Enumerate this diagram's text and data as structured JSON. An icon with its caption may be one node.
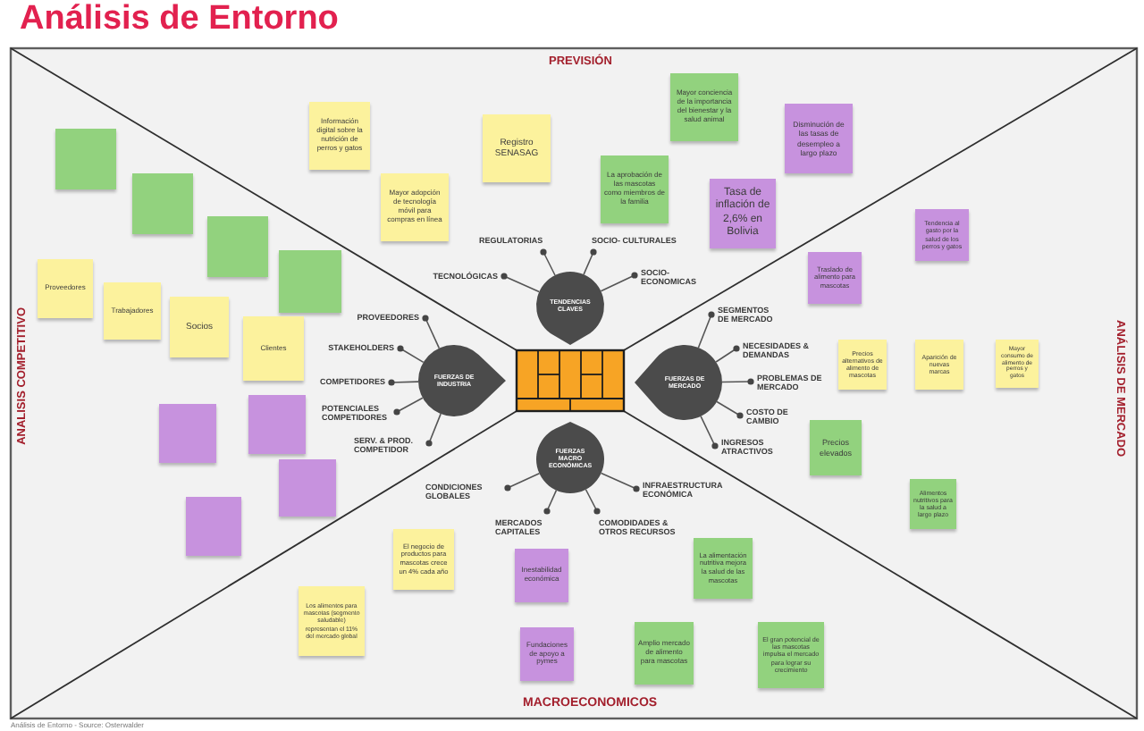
{
  "diagram": {
    "title": "Análisis de Entorno",
    "caption": "Análisis de Entorno - Source: Osterwalder",
    "nodes": [
      {
        "text": [
          "Información digital sobre la nutrición de perros y gatos"
        ]
      },
      {
        "text": [
          "Mayor adopción de tecnología móvil para compras en línea"
        ]
      },
      {
        "text": [
          "Registro SENASAG"
        ]
      },
      {
        "text": [
          "Mayor conciencia de la importancia del bienestar y la salud animal"
        ]
      },
      {
        "text": [
          "La aprobación de las mascotas como miembros de la familia"
        ]
      },
      {
        "text": [
          "Disminución de las tasas de desempleo a largo plazo"
        ]
      },
      {
        "text": [
          "Tasa de inflación de 2,6% en Bolivia"
        ]
      },
      {
        "text": [],
        "shape": "box"
      },
      {
        "text": [],
        "shape": "box"
      },
      {
        "text": [],
        "shape": "box"
      },
      {
        "text": [],
        "shape": "box"
      },
      {
        "text": [
          "Proveedores"
        ]
      },
      {
        "text": [
          "Trabajadores"
        ]
      },
      {
        "text": [
          "Socios"
        ]
      },
      {
        "text": [
          "Clientes"
        ]
      },
      {
        "text": [],
        "shape": "box"
      },
      {
        "text": [],
        "shape": "box"
      },
      {
        "text": [],
        "shape": "box"
      },
      {
        "text": [],
        "shape": "box"
      },
      {
        "text": [
          "Traslado de alimento para mascotas"
        ]
      },
      {
        "text": [
          "Tendencia al gasto por la salud de los perros y gatos"
        ]
      },
      {
        "text": [
          "Precios alternativos de alimento de mascotas"
        ]
      },
      {
        "text": [
          "Aparición de nuevas marcas"
        ]
      },
      {
        "text": [
          "Mayor consumo de alimento de perros y gatos"
        ]
      },
      {
        "text": [
          "Precios elevados"
        ]
      },
      {
        "text": [
          "Alimentos nutritivos para la salud a largo plazo"
        ]
      },
      {
        "text": [
          "El negocio de productos para mascotas crece un 4% cada año"
        ]
      },
      {
        "text": [
          "Los alimentos para mascotas (segmento saludable) representan el 11% del mercado global"
        ]
      },
      {
        "text": [
          "Inestabilidad económica"
        ]
      },
      {
        "text": [
          "La alimentación nutritiva mejora la salud de las mascotas"
        ]
      },
      {
        "text": [
          "Fundaciones de apoyo a pymes"
        ]
      },
      {
        "text": [
          "Amplio mercado de alimento para mascotas"
        ]
      },
      {
        "text": [
          "El gran potencial de las mascotas impulsa el mercado para lograr su crecimiento"
        ]
      },
      {
        "text": [
          "TENDENCIAS CLAVES"
        ]
      },
      {
        "text": [
          "TECNOLÓGICAS"
        ]
      },
      {
        "text": [
          "REGULATORIAS"
        ]
      },
      {
        "text": [
          "SOCIO- CULTURALES"
        ]
      },
      {
        "text": [
          "SOCIO- ECONOMICAS"
        ]
      },
      {
        "text": [
          "FUERZAS DE INDUSTRIA"
        ]
      },
      {
        "text": [
          "PROVEEDORES"
        ]
      },
      {
        "text": [
          "STAKEHOLDERS"
        ]
      },
      {
        "text": [
          "COMPETIDORES"
        ]
      },
      {
        "text": [
          "POTENCIALES COMPETIDORES"
        ]
      },
      {
        "text": [
          "SERV. & PROD. COMPETIDOR"
        ]
      },
      {
        "text": [
          "FUERZAS DE MERCADO"
        ]
      },
      {
        "text": [
          "SEGMENTOS DE MERCADO"
        ]
      },
      {
        "text": [
          "NECESIDADES & DEMANDAS"
        ]
      },
      {
        "text": [
          "PROBLEMAS DE MERCADO"
        ]
      },
      {
        "text": [
          "COSTO DE CAMBIO"
        ]
      },
      {
        "text": [
          "INGRESOS ATRACTIVOS"
        ]
      },
      {
        "text": [
          "FUERZAS MACRO ECONÓMICAS"
        ]
      },
      {
        "text": [
          "CONDICIONES GLOBALES"
        ]
      },
      {
        "text": [
          "MERCADOS CAPITALES"
        ]
      },
      {
        "text": [
          "COMODIDADES & OTROS RECURSOS"
        ]
      },
      {
        "text": [
          "INFRAESTRUCTURA ECONÓMICA"
        ]
      }
    ],
    "edges": [
      {
        "from": 33,
        "to": 34,
        "arrow": "other"
      },
      {
        "from": 33,
        "to": 35,
        "arrow": "other"
      },
      {
        "from": 33,
        "to": 36,
        "arrow": "other"
      },
      {
        "from": 33,
        "to": 37,
        "arrow": "other"
      },
      {
        "from": 38,
        "to": 39,
        "arrow": "other"
      },
      {
        "from": 38,
        "to": 40,
        "arrow": "other"
      },
      {
        "from": 38,
        "to": 41,
        "arrow": "other"
      },
      {
        "from": 38,
        "to": 42,
        "arrow": "other"
      },
      {
        "from": 38,
        "to": 43,
        "arrow": "other"
      },
      {
        "from": 44,
        "to": 45,
        "arrow": "other"
      },
      {
        "from": 44,
        "to": 46,
        "arrow": "other"
      },
      {
        "from": 44,
        "to": 47,
        "arrow": "other"
      },
      {
        "from": 44,
        "to": 48,
        "arrow": "other"
      },
      {
        "from": 44,
        "to": 49,
        "arrow": "other"
      },
      {
        "from": 50,
        "to": 51,
        "arrow": "other"
      },
      {
        "from": 50,
        "to": 52,
        "arrow": "other"
      },
      {
        "from": 50,
        "to": 53,
        "arrow": "other"
      },
      {
        "from": 50,
        "to": 54,
        "arrow": "other"
      }
    ],
    "labels": [
      "PREVISIÓN",
      "ANALISIS COMPETITIVO",
      "ANÁLISIS DE MERCADO",
      "MACROECONOMICOS"
    ]
  }
}
